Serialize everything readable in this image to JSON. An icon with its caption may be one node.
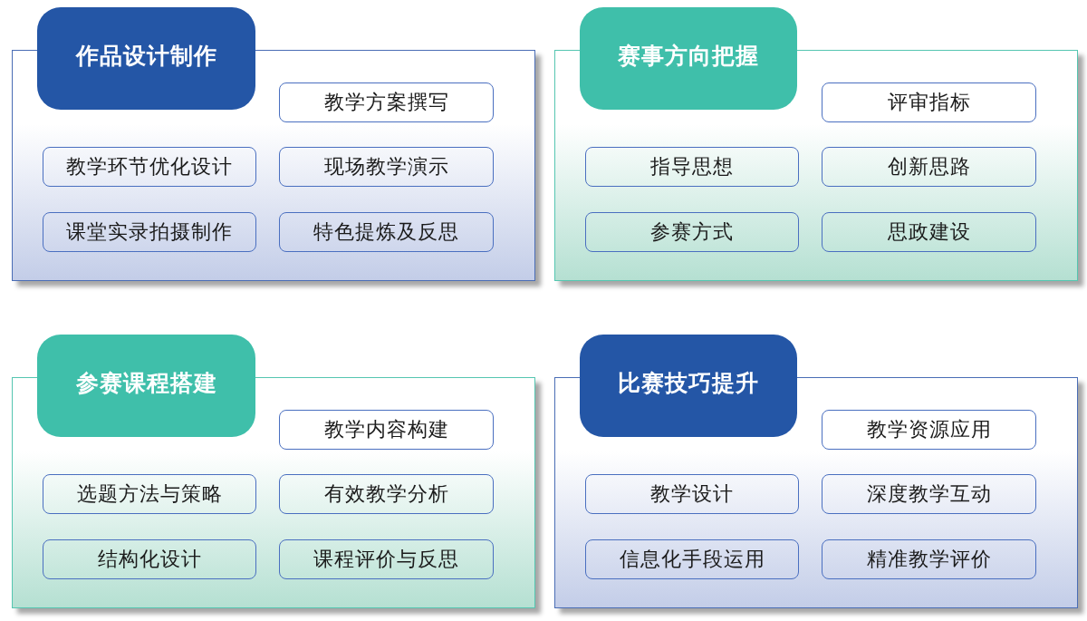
{
  "diagram": {
    "nodes": [
      {
        "text": [],
        "shape": "box"
      },
      {
        "text": [
          "作品设计制作"
        ]
      },
      {
        "text": [
          "教学方案撰写"
        ],
        "in": 0
      },
      {
        "text": [
          "教学环节优化设计"
        ],
        "in": 0
      },
      {
        "text": [
          "现场教学演示"
        ],
        "in": 0
      },
      {
        "text": [
          "课堂实录拍摄制作"
        ],
        "in": 0
      },
      {
        "text": [
          "特色提炼及反思"
        ],
        "in": 0
      },
      {
        "text": [],
        "shape": "box"
      },
      {
        "text": [
          "赛事方向把握"
        ]
      },
      {
        "text": [
          "评审指标"
        ],
        "in": 7
      },
      {
        "text": [
          "指导思想"
        ],
        "in": 7
      },
      {
        "text": [
          "创新思路"
        ],
        "in": 7
      },
      {
        "text": [
          "参赛方式"
        ],
        "in": 7
      },
      {
        "text": [
          "思政建设"
        ],
        "in": 7
      },
      {
        "text": [],
        "shape": "box"
      },
      {
        "text": [
          "参赛课程搭建"
        ]
      },
      {
        "text": [
          "教学内容构建"
        ],
        "in": 14
      },
      {
        "text": [
          "选题方法与策略"
        ],
        "in": 14
      },
      {
        "text": [
          "有效教学分析"
        ],
        "in": 14
      },
      {
        "text": [
          "结构化设计"
        ],
        "in": 14
      },
      {
        "text": [
          "课程评价与反思"
        ],
        "in": 14
      },
      {
        "text": [],
        "shape": "box"
      },
      {
        "text": [
          "比赛技巧提升"
        ]
      },
      {
        "text": [
          "教学资源应用"
        ],
        "in": 21
      },
      {
        "text": [
          "教学设计"
        ],
        "in": 21
      },
      {
        "text": [
          "深度教学互动"
        ],
        "in": 21
      },
      {
        "text": [
          "信息化手段运用"
        ],
        "in": 21
      },
      {
        "text": [
          "精准教学评价"
        ],
        "in": 21
      }
    ]
  }
}
